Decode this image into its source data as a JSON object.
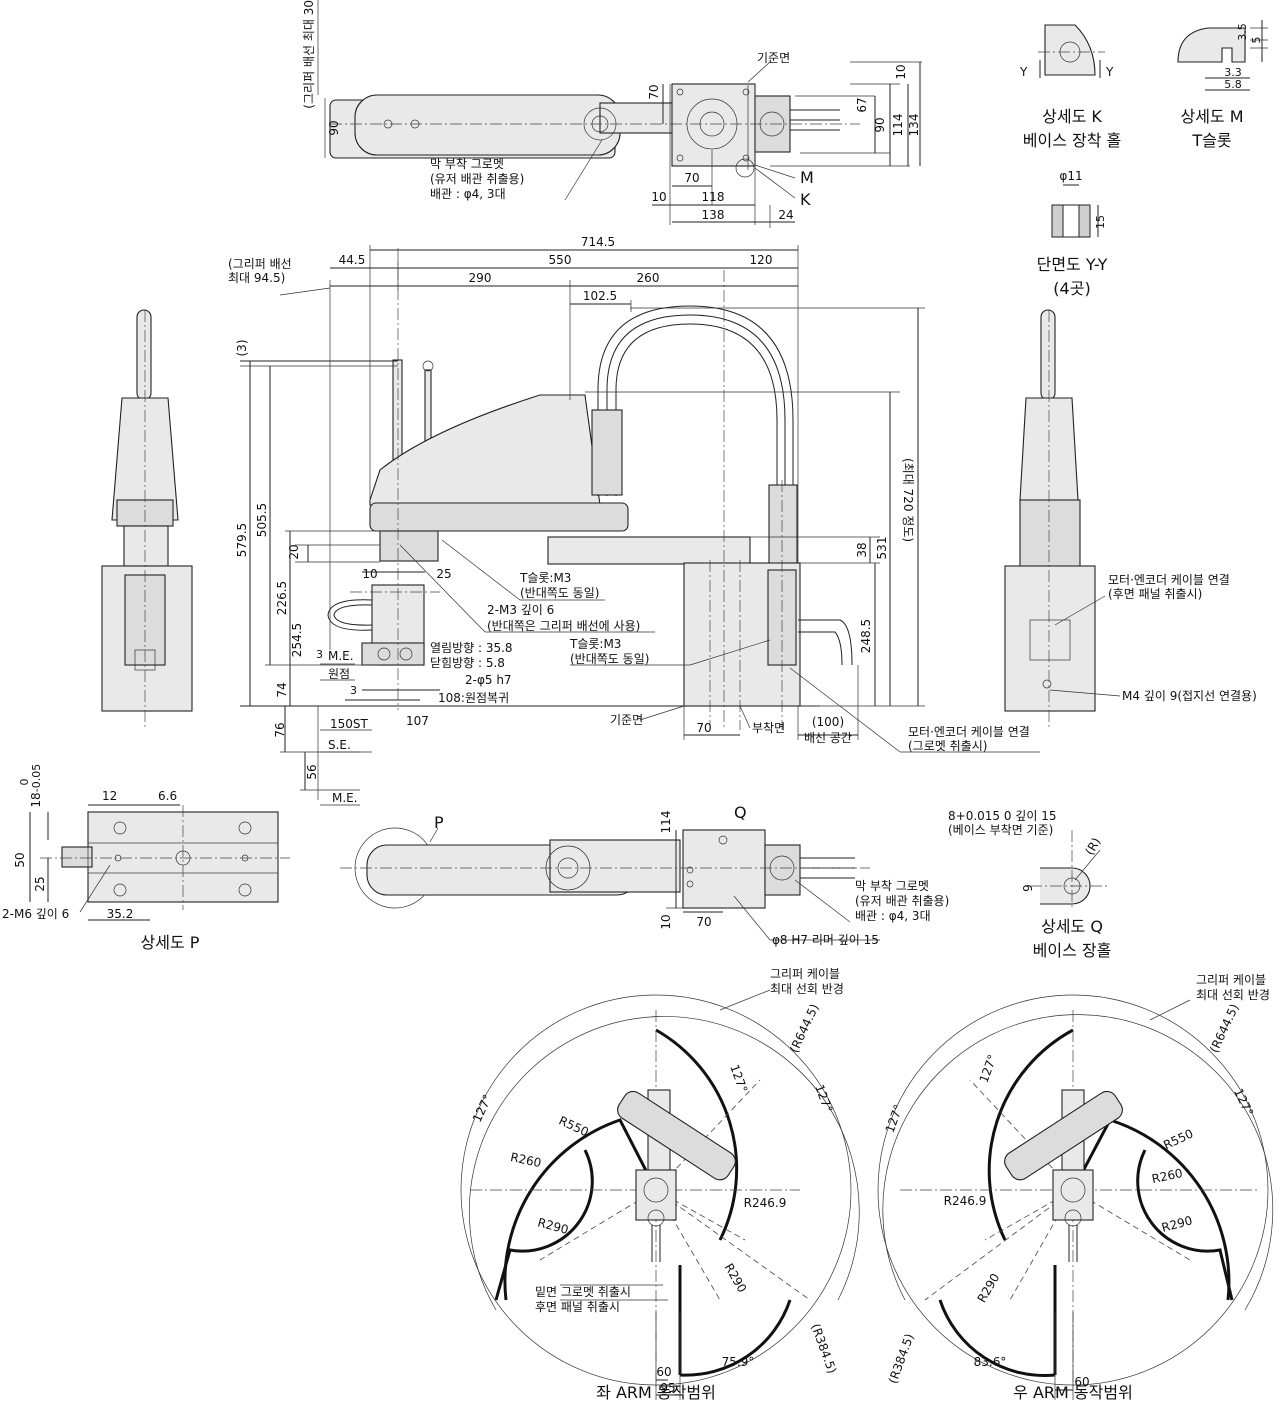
{
  "top_view": {
    "gripper_wiring": "(그리퍼 배선\n최대 30)",
    "reference_face": "기준면",
    "grommet": [
      "막 부착 그로멧",
      "(유저 배관 취출용)",
      "배관 : φ4, 3대"
    ],
    "dims": [
      "90",
      "70",
      "10",
      "67",
      "90",
      "114",
      "134",
      "70",
      "118",
      "138",
      "10",
      "24"
    ],
    "labels": [
      "M",
      "K"
    ]
  },
  "detail_k": {
    "title": "상세도 K",
    "subtitle": "베이스 장착 홀",
    "y": "Y"
  },
  "detail_m": {
    "title": "상세도 M",
    "subtitle": "T슬롯",
    "dims": [
      "3.5",
      "5",
      "3.3",
      "5.8"
    ]
  },
  "section_yy": {
    "title": "단면도 Y-Y",
    "subtitle": "(4곳)",
    "dims": [
      "φ11",
      "15"
    ]
  },
  "side_view": {
    "gripper_wiring": [
      "(그리퍼 배선",
      "최대 94.5)"
    ],
    "top_dims": [
      "714.5",
      "44.5",
      "550",
      "290",
      "260",
      "120",
      "102.5"
    ],
    "left_dims": [
      "(3)",
      "579.5",
      "505.5",
      "20",
      "226.5",
      "254.5",
      "74",
      "76",
      "56",
      "3"
    ],
    "right_dims": [
      "(최대 720 정도)",
      "531",
      "38",
      "248.5"
    ],
    "tslot1": [
      "T슬롯:M3",
      "(반대쪽도 동일)"
    ],
    "m3": [
      "2-M3 깊이 6",
      "(반대쪽은 그리퍼 배선에 사용)"
    ],
    "tslot2": [
      "T슬롯:M3",
      "(반대쪽도 동일)"
    ],
    "stroke": [
      "열림방향 : 35.8",
      "닫힘방향 :   5.8"
    ],
    "pin": "2-φ5 h7",
    "home": "108:원점복귀",
    "me": "M.E.",
    "origin": "원점",
    "st150": "150ST",
    "se": "S.E.",
    "me2": "M.E.",
    "d10": "10",
    "d25": "25",
    "d3": "3",
    "d107": "107",
    "base_ref": "기준면",
    "mount": "부착면",
    "d70": "70",
    "wiring_space": [
      "(100)",
      "배선 공간"
    ],
    "motor_cable": [
      "모터·엔코더 케이블 연결",
      "(그로멧 취출시)"
    ]
  },
  "right_view": {
    "motor_cable": [
      "모터·엔코더 케이블 연결",
      "(후면 패널 취출시)"
    ],
    "m4": "M4 깊이 9(접지선 연결용)"
  },
  "detail_p": {
    "title": "상세도 P",
    "dims": [
      "12",
      "6.6",
      "18",
      "50",
      "25",
      "35.2"
    ],
    "tol": [
      "0",
      "-0.05"
    ],
    "hole": "2-M6 깊이 6"
  },
  "plan_view": {
    "p": "P",
    "q": "Q",
    "d114": "114",
    "d10": "10",
    "d70": "70",
    "grommet": [
      "막 부착 그로멧",
      "(유저 배관 취출용)",
      "배관 : φ4, 3대"
    ],
    "reamer": "φ8 H7 리머  깊이 15"
  },
  "detail_q": {
    "title": "상세도 Q",
    "subtitle": "베이스 장홀",
    "spec": "8+0.015 0 깊이 15",
    "spec_note": "(베이스 부착면 기준)",
    "r": "(R)",
    "d9": "9"
  },
  "left_range": {
    "title": "좌 ARM 동작범위",
    "cable": [
      "그리퍼 케이블",
      "최대 선회 반경"
    ],
    "labels": [
      "(R644.5)",
      "127°",
      "127°",
      "127°",
      "R550",
      "R260",
      "R290",
      "R246.9",
      "R290",
      "75.9°",
      "(R384.5)",
      "60",
      "95"
    ],
    "notes": [
      "밑면 그로멧 취출시",
      "후면 패널 취출시"
    ]
  },
  "right_range": {
    "title": "우 ARM 동작범위",
    "cable": [
      "그리퍼 케이블",
      "최대 선회 반경"
    ],
    "labels": [
      "(R644.5)",
      "127°",
      "127°",
      "127°",
      "R550",
      "R260",
      "R290",
      "R246.9",
      "R290",
      "83.6°",
      "(R384.5)",
      "60"
    ]
  }
}
